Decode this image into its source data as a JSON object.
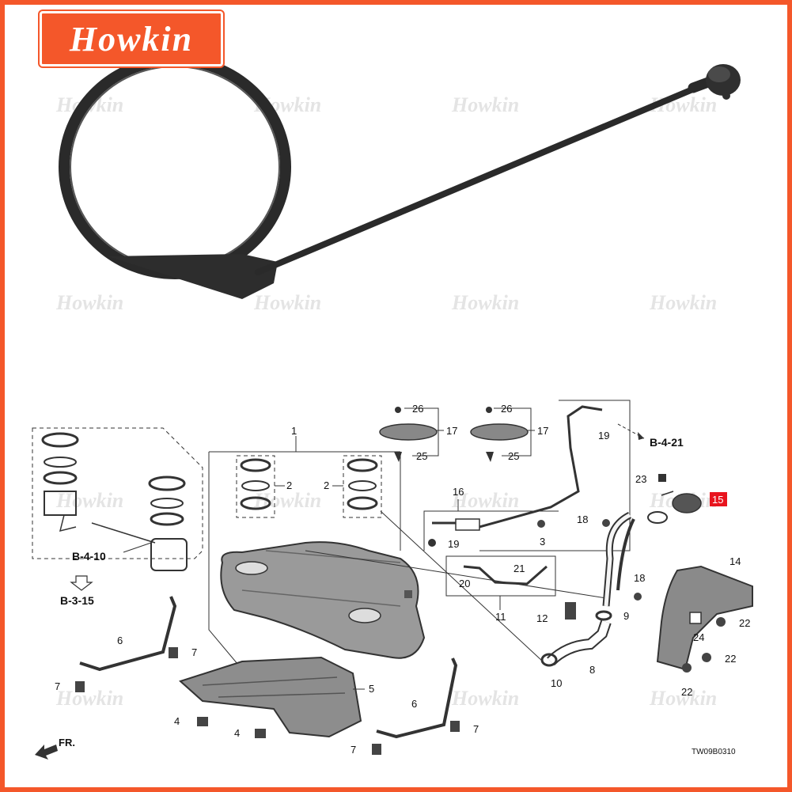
{
  "brand": {
    "logo_text": "Howkin",
    "watermark_text": "Howkin",
    "accent": "#f4572a"
  },
  "diagram": {
    "callouts": {
      "c1": "1",
      "c2a": "2",
      "c2b": "2",
      "c3": "3",
      "c4a": "4",
      "c4b": "4",
      "c5": "5",
      "c6a": "6",
      "c6b": "6",
      "c7a": "7",
      "c7b": "7",
      "c7c": "7",
      "c7d": "7",
      "c8": "8",
      "c9": "9",
      "c10": "10",
      "c11": "11",
      "c12": "12",
      "c14": "14",
      "c15": "15",
      "c16": "16",
      "c17a": "17",
      "c17b": "17",
      "c18a": "18",
      "c18b": "18",
      "c19a": "19",
      "c19b": "19",
      "c20": "20",
      "c21": "21",
      "c22a": "22",
      "c22b": "22",
      "c22c": "22",
      "c23": "23",
      "c24": "24",
      "c25a": "25",
      "c25b": "25",
      "c26a": "26",
      "c26b": "26"
    },
    "refs": {
      "b410": "B-4-10",
      "b315": "B-3-15",
      "b421": "B-4-21"
    },
    "front_label": "FR.",
    "drawing_code": "TW09B0310",
    "highlight_color": "#e8141e"
  }
}
